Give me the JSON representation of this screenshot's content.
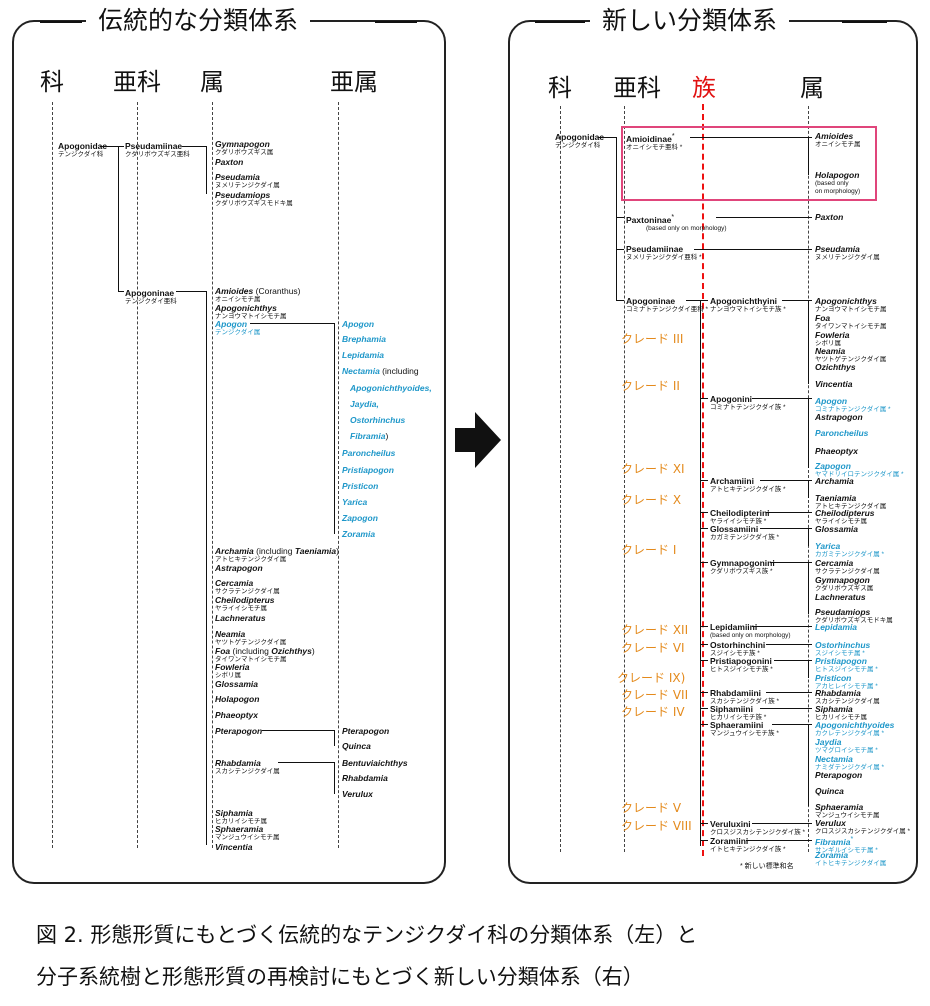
{
  "left": {
    "title": "伝統的な分類体系",
    "headers": [
      "科",
      "亜科",
      "属",
      "亜属"
    ],
    "family": {
      "name": "Apogonidae",
      "jp": "テンジクダイ科"
    },
    "sub1": {
      "name": "Pseudamiinae",
      "jp": "クダリボウズギス亜科"
    },
    "sub2": {
      "name": "Apogoninae",
      "jp": "テンジクダイ亜科"
    },
    "g_gymnopogon": {
      "name": "Gymnapogon",
      "jp": "クダリボウズギス属"
    },
    "g_paxton": {
      "name": "Paxton"
    },
    "g_pseudamia": {
      "name": "Pseudamia",
      "jp": "ヌメリテンジクダイ属"
    },
    "g_pseudamiops": {
      "name": "Pseudamiops",
      "jp": "クダリボウズギスモドキ属"
    },
    "g_amioides": {
      "name": "Amioides",
      "extra": " (Coranthus)",
      "jp": "オニイシモチ属"
    },
    "g_apogonichthys": {
      "name": "Apogonichthys",
      "jp": "ナンヨウマトイシモチ属"
    },
    "g_apogon": {
      "name": "Apogon",
      "jp": "テンジクダイ属"
    },
    "sg_apogon": "Apogon",
    "sg_brephamia": "Brephamia",
    "sg_lepidamia": "Lepidamia",
    "sg_nectamia": {
      "name": "Nectamia",
      "extra": " (including"
    },
    "sg_inc1": "Apogonichthyoides,",
    "sg_inc2": "Jaydia,",
    "sg_inc3": "Ostorhinchus",
    "sg_inc4": "Fibramia",
    "sg_inc4b": ")",
    "sg_paroncheilus": "Paroncheilus",
    "sg_pristiapogon": "Pristiapogon",
    "sg_pristicon": "Pristicon",
    "sg_yarica": "Yarica",
    "sg_zapogon": "Zapogon",
    "sg_zoramia": "Zoramia",
    "g_archamia": {
      "name": "Archamia",
      "extra1": " (including ",
      "extra2": "Taeniamia",
      "extra3": ")",
      "jp": "アトヒキテンジクダイ属"
    },
    "g_astrapogon": {
      "name": "Astrapogon"
    },
    "g_cercamia": {
      "name": "Cercamia",
      "jp": "サクラテンジクダイ属"
    },
    "g_cheilodipterus": {
      "name": "Cheilodipterus",
      "jp": "ヤライイシモチ属"
    },
    "g_lachneratus": {
      "name": "Lachneratus"
    },
    "g_neamia": {
      "name": "Neamia",
      "jp": "ヤツトゲテンジクダイ属"
    },
    "g_foa": {
      "name": "Foa",
      "extra1": " (including ",
      "extra2": "Ozichthys",
      "extra3": ")",
      "jp": "タイワンマトイシモチ属"
    },
    "g_fowleria": {
      "name": "Fowleria",
      "jp": "シボリ属"
    },
    "g_glossamia": {
      "name": "Glossamia"
    },
    "g_holapogon": {
      "name": "Holapogon"
    },
    "g_phaeoptyx": {
      "name": "Phaeoptyx"
    },
    "g_pterapogon": {
      "name": "Pterapogon"
    },
    "sg_pterapogon": "Pterapogon",
    "sg_quinca": "Quinca",
    "g_rhabdamia": {
      "name": "Rhabdamia",
      "jp": "スカシテンジクダイ属"
    },
    "sg_bentuviaichthys": "Bentuviaichthys",
    "sg_rhabdamia": "Rhabdamia",
    "sg_verulux": "Verulux",
    "g_siphamia": {
      "name": "Siphamia",
      "jp": "ヒカリイシモチ属"
    },
    "g_sphaeramia": {
      "name": "Sphaeramia",
      "jp": "マンジュウイシモチ属"
    },
    "g_vincentia": {
      "name": "Vincentia"
    }
  },
  "right": {
    "title": "新しい分類体系",
    "headers": [
      "科",
      "亜科",
      "族",
      "属"
    ],
    "family": {
      "name": "Apogonidae",
      "jp": "テンジクダイ科"
    },
    "amioidinae": {
      "name": "Amioidinae",
      "star": "*",
      "jp": "オニイシモチ亜科 *"
    },
    "paxtoninae": {
      "name": "Paxtoninae",
      "star": "*",
      "note": "(based only on morphology)"
    },
    "pseudamiinae": {
      "name": "Pseudamiinae",
      "jp": "ヌメリテンジクダイ亜科 *"
    },
    "apogoninae": {
      "name": "Apogoninae",
      "jp": "コミナトテンジクダイ亜科 *"
    },
    "amioides": {
      "name": "Amioides",
      "jp": "オニイシモチ属"
    },
    "holapogon": {
      "name": "Holapogon",
      "note1": "(based only",
      "note2": "on morphology)"
    },
    "paxton": {
      "name": "Paxton"
    },
    "pseudamia": {
      "name": "Pseudamia",
      "jp": "ヌメリテンジクダイ属"
    },
    "tribes": {
      "apogonichthyini": {
        "name": "Apogonichthyini",
        "jp": "ナンヨウマトイシモチ族 *"
      },
      "apogonini": {
        "name": "Apogonini",
        "jp": "コミナトテンジクダイ族 *"
      },
      "archamiini": {
        "name": "Archamiini",
        "jp": "アトヒキテンジクダイ族 *"
      },
      "cheilodipterini": {
        "name": "Cheilodipterini",
        "jp": "ヤライイシモチ族 *"
      },
      "glossamiini": {
        "name": "Glossamiini",
        "jp": "カガミテンジクダイ族 *"
      },
      "gymnapogonini": {
        "name": "Gymnapogonini",
        "jp": "クダリボウズギス族 *"
      },
      "lepidamiini": {
        "name": "Lepidamiini",
        "note": "(based only on morphology)"
      },
      "ostorhinchini": {
        "name": "Ostorhinchini",
        "jp": "スジイシモチ族 *"
      },
      "pristiapogonini": {
        "name": "Pristiapogonini",
        "jp": "ヒトスジイシモチ族 *"
      },
      "rhabdamiini": {
        "name": "Rhabdamiini",
        "jp": "スカシテンジクダイ族 *"
      },
      "siphamiini": {
        "name": "Siphamiini",
        "jp": "ヒカリイシモチ族 *"
      },
      "sphaeramiini": {
        "name": "Sphaeramiini",
        "jp": "マンジュウイシモチ族 *"
      },
      "veruluxini": {
        "name": "Veruluxini",
        "jp": "クロスジスカシテンジクダイ族 *"
      },
      "zoramiini": {
        "name": "Zoramiini",
        "jp": "イトヒキテンジクダイ族 *"
      }
    },
    "clades": [
      "クレード III",
      "クレード II",
      "クレード XI",
      "クレード X",
      "クレード I",
      "クレード XII",
      "クレード VI",
      "クレード IX)",
      "クレード VII",
      "クレード IV",
      "クレード V",
      "クレード VIII"
    ],
    "genera": {
      "apogonichthys": {
        "name": "Apogonichthys",
        "jp": "ナンヨウマトイシモチ属"
      },
      "foa": {
        "name": "Foa",
        "jp": "タイワンマトイシモチ属"
      },
      "fowleria": {
        "name": "Fowleria",
        "jp": "シボリ属"
      },
      "neamia": {
        "name": "Neamia",
        "jp": "ヤツトゲテンジクダイ属"
      },
      "ozichthys": {
        "name": "Ozichthys"
      },
      "vincentia": {
        "name": "Vincentia"
      },
      "apogon": {
        "name": "Apogon",
        "jp": "コミナトテンジクダイ属 *"
      },
      "astrapogon": {
        "name": "Astrapogon"
      },
      "paroncheilus": {
        "name": "Paroncheilus"
      },
      "phaeoptyx": {
        "name": "Phaeoptyx"
      },
      "zapogon": {
        "name": "Zapogon",
        "jp": "ヤマドリイロテンジクダイ属 *"
      },
      "archamia": {
        "name": "Archamia"
      },
      "taeniamia": {
        "name": "Taeniamia",
        "jp": "アトヒキテンジクダイ属"
      },
      "cheilodipterus": {
        "name": "Cheilodipterus",
        "jp": "ヤライイシモチ属"
      },
      "glossamia": {
        "name": "Glossamia"
      },
      "yarica": {
        "name": "Yarica",
        "jp": "カガミテンジクダイ属 *"
      },
      "cercamia": {
        "name": "Cercamia",
        "jp": "サクラテンジクダイ属"
      },
      "gymnapogon": {
        "name": "Gymnapogon",
        "jp": "クダリボウズギス属"
      },
      "lachneratus": {
        "name": "Lachneratus"
      },
      "pseudamiops": {
        "name": "Pseudamiops",
        "jp": "クダリボウズギスモドキ属"
      },
      "lepidamia": {
        "name": "Lepidamia"
      },
      "ostorhinchus": {
        "name": "Ostorhinchus",
        "jp": "スジイシモチ属 *"
      },
      "pristiapogon": {
        "name": "Pristiapogon",
        "jp": "ヒトスジイシモチ属 *"
      },
      "pristicon": {
        "name": "Pristicon",
        "jp": "アカヒレイシモチ属 *"
      },
      "rhabdamia": {
        "name": "Rhabdamia",
        "jp": "スカシテンジクダイ属"
      },
      "siphamia": {
        "name": "Siphamia",
        "jp": "ヒカリイシモチ属"
      },
      "apogonichthyoides": {
        "name": "Apogonichthyoides",
        "jp": "カクレテンジクダイ属 *"
      },
      "jaydia": {
        "name": "Jaydia",
        "jp": "ツマグロイシモチ属 *"
      },
      "nectamia": {
        "name": "Nectamia",
        "jp": "ナミダテンジクダイ属 *"
      },
      "pterapogon": {
        "name": "Pterapogon"
      },
      "quinca": {
        "name": "Quinca"
      },
      "sphaeramia": {
        "name": "Sphaeramia",
        "jp": "マンジュウイシモチ属"
      },
      "verulux": {
        "name": "Verulux",
        "jp": "クロスジスカシテンジクダイ属 *"
      },
      "fibramia": {
        "name": "Fibramia",
        "star": "*",
        "jp": "サンギルイシモチ属 *"
      },
      "zoramia": {
        "name": "Zoramia",
        "jp": "イトヒキテンジクダイ属"
      }
    },
    "footnote": "* 新しい標準和名"
  },
  "colors": {
    "accent_blue": "#1e97c9",
    "clade_orange": "#e48a1c",
    "tribe_red": "#e11111",
    "box_pink": "#e0457b"
  },
  "caption": {
    "line1": "図 2. 形態形質にもとづく伝統的なテンジクダイ科の分類体系（左）と",
    "line2": "分子系統樹と形態形質の再検討にもとづく新しい分類体系（右）"
  }
}
